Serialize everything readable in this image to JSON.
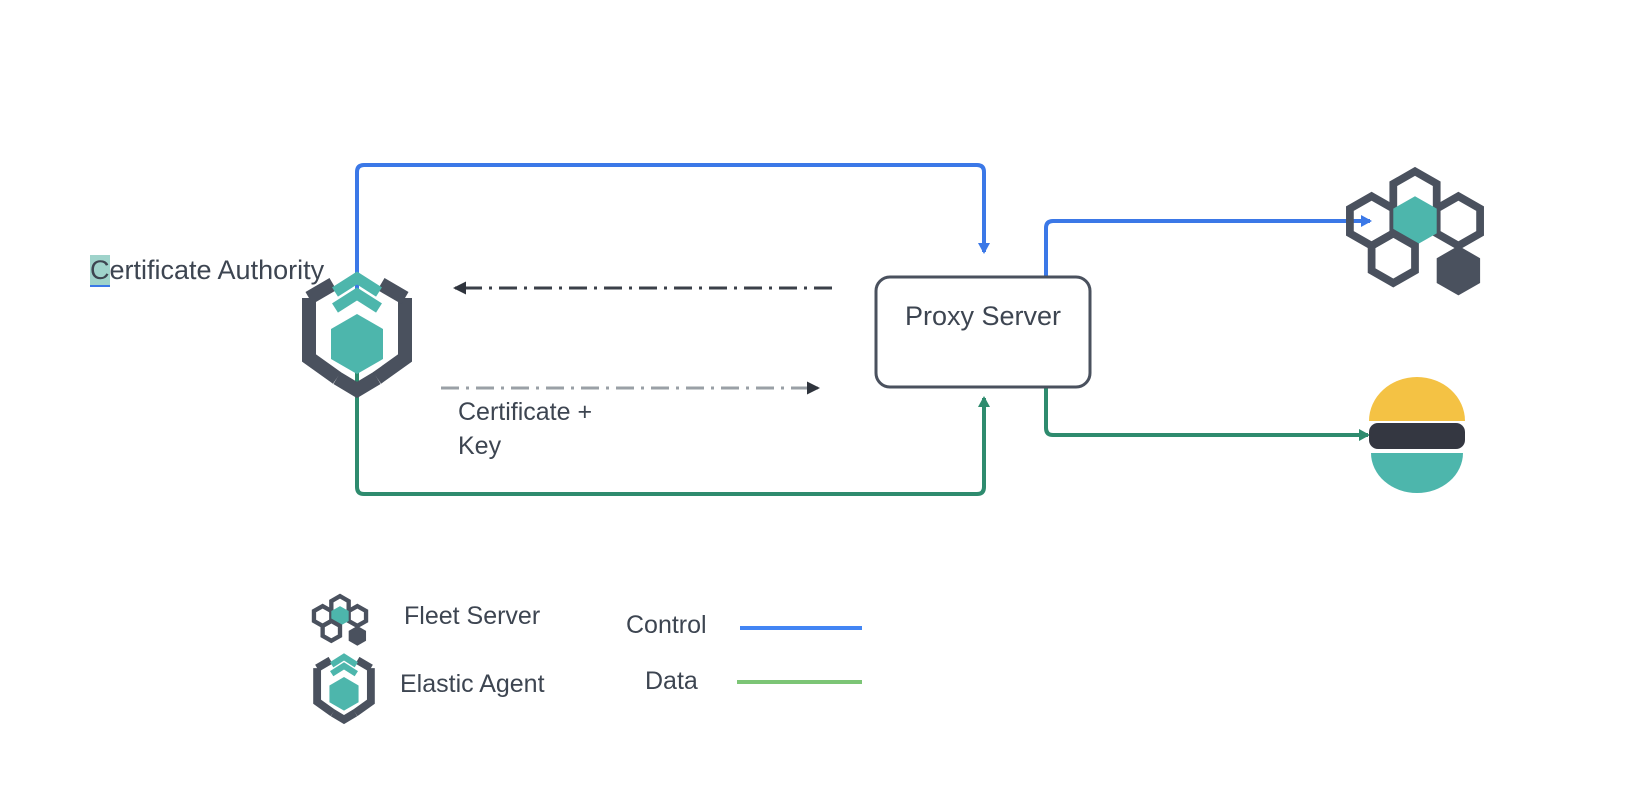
{
  "diagram": {
    "title_text": "Certificate Authority",
    "nodes": [
      {
        "id": "certificate-authority",
        "label": "Certificate Authority",
        "icon": "elastic-agent-icon"
      },
      {
        "id": "proxy-server",
        "label": "Proxy Server",
        "icon": "rounded-box"
      },
      {
        "id": "fleet-server",
        "label": "",
        "icon": "fleet-server-icon"
      },
      {
        "id": "elasticsearch",
        "label": "",
        "icon": "elasticsearch-icon"
      }
    ],
    "edge_labels": {
      "certificate_key_line1": "Certificate +",
      "certificate_key_line2": "Key"
    },
    "legend": {
      "items": [
        {
          "label": "Fleet Server",
          "icon": "fleet-server-icon"
        },
        {
          "label": "Elastic Agent",
          "icon": "elastic-agent-icon"
        }
      ],
      "lines": [
        {
          "label": "Control",
          "color": "#4285f4"
        },
        {
          "label": "Data",
          "color": "#7cc576"
        }
      ]
    },
    "colors": {
      "control_blue": "#3b78e7",
      "data_green": "#2e8b6e",
      "legend_data_green": "#7cc576",
      "teal": "#4db6ac",
      "dark_slate": "#4a515e",
      "text": "#3d4551",
      "yellow": "#f4c244",
      "dash_gray": "#9aa0a6",
      "box_border": "#4a515e",
      "background": "#ffffff"
    }
  }
}
